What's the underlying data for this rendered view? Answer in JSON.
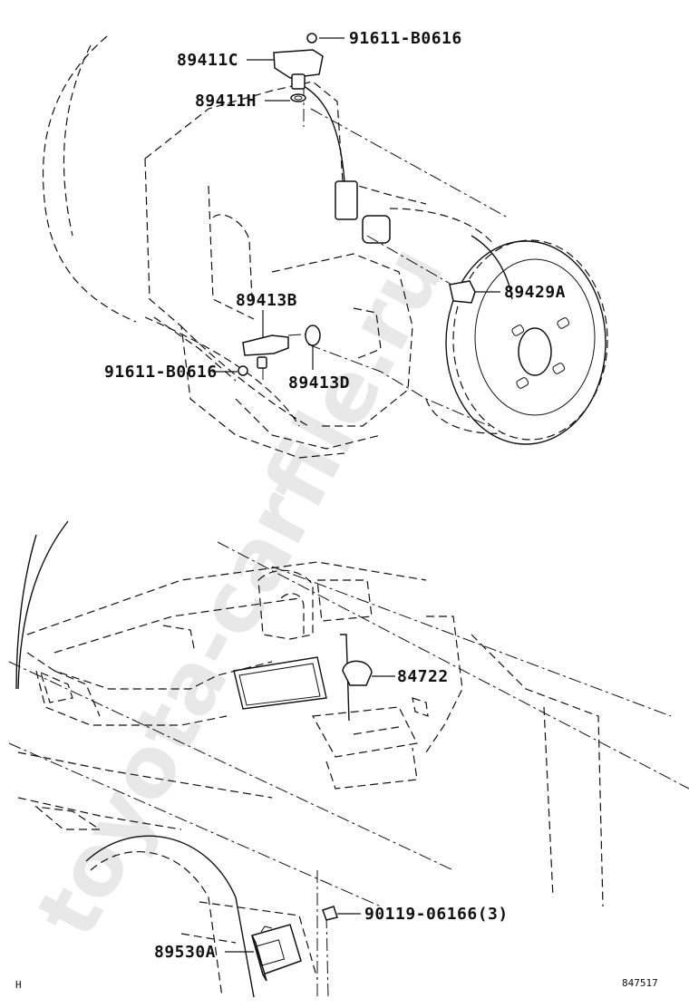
{
  "diagram": {
    "part_labels": {
      "p91611_top": "91611-B0616",
      "p89411C": "89411C",
      "p89411H": "89411H",
      "p89413B": "89413B",
      "p89429A": "89429A",
      "p91611_left": "91611-B0616",
      "p89413D": "89413D",
      "p84722": "84722",
      "p90119": "90119-06166(3)",
      "p89530A": "89530A"
    },
    "corner_mark": "H",
    "drawing_number": "847517",
    "watermark": "toyota-carfile.ru"
  }
}
